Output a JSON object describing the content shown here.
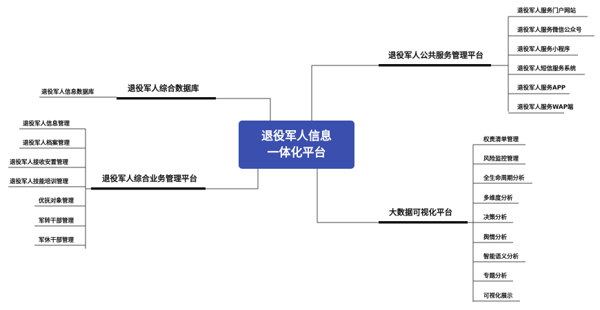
{
  "center": {
    "line1": "退役军人信息",
    "line2": "一体化平台"
  },
  "branches": {
    "public_service": {
      "title": "退役军人公共服务管理平台",
      "items": [
        "退役军人服务门户网站",
        "退役军人服务微信公众号",
        "退役军人服务小程序",
        "退役军人短信服务系统",
        "退役军人服务APP",
        "退役军人服务WAP端"
      ]
    },
    "database": {
      "title": "退役军人综合数据库",
      "items": [
        "退役军人信息数据库"
      ]
    },
    "business": {
      "title": "退役军人综合业务管理平台",
      "items": [
        "退役军人信息管理",
        "退役军人档案管理",
        "退役军人接收安置管理",
        "退役军人技能培训管理",
        "优抚对象管理",
        "军转干部管理",
        "军休干部管理"
      ]
    },
    "bigdata": {
      "title": "大数据可视化平台",
      "items": [
        "权责清单管理",
        "风险监控管理",
        "全生命周期分析",
        "多维度分析",
        "决策分析",
        "舆情分析",
        "智能语义分析",
        "专题分析",
        "可视化展示"
      ]
    }
  },
  "colors": {
    "center_bg": "#3a4fae",
    "line": "#444444",
    "bar": "#111111"
  }
}
